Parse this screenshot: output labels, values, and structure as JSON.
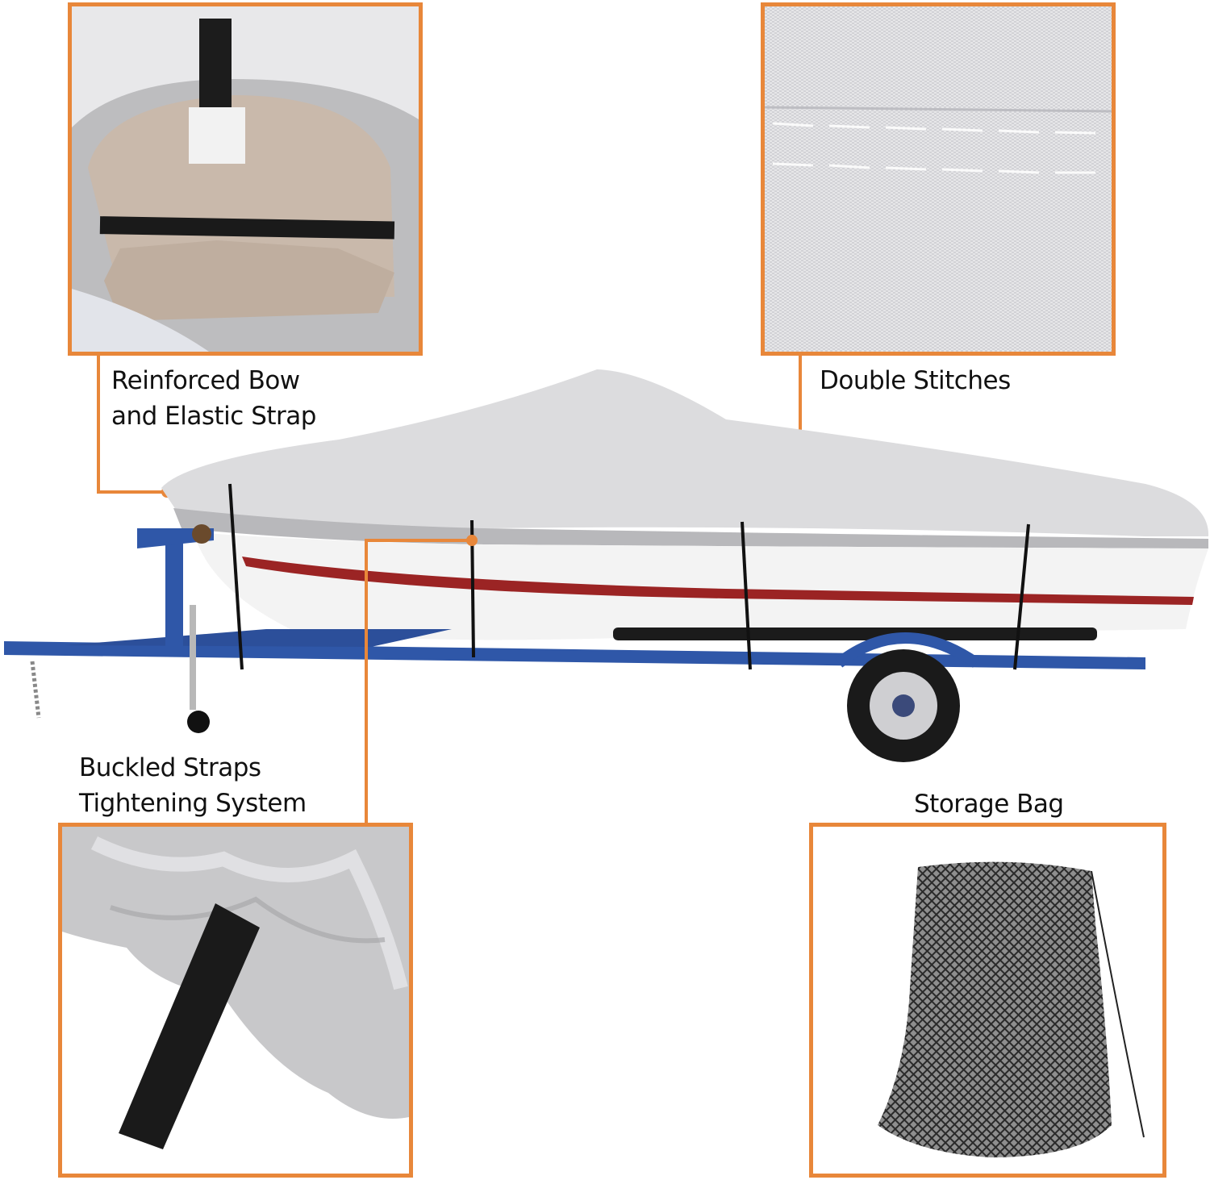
{
  "product": "Boat Cover",
  "accent_color": "#e8873a",
  "features": [
    {
      "id": "bow",
      "label_line1": "Reinforced Bow",
      "label_line2": "and Elastic Strap",
      "image": "cover-bow-interior-with-elastic-strap"
    },
    {
      "id": "stitches",
      "label_line1": "Double Stitches",
      "label_line2": "",
      "image": "fabric-double-stitch-closeup"
    },
    {
      "id": "straps",
      "label_line1": "Buckled Straps",
      "label_line2": "Tightening System",
      "image": "silver-fabric-with-black-strap"
    },
    {
      "id": "bag",
      "label_line1": "Storage Bag",
      "label_line2": "",
      "image": "black-mesh-drawstring-bag"
    }
  ],
  "center_image": "covered-boat-on-blue-trailer"
}
